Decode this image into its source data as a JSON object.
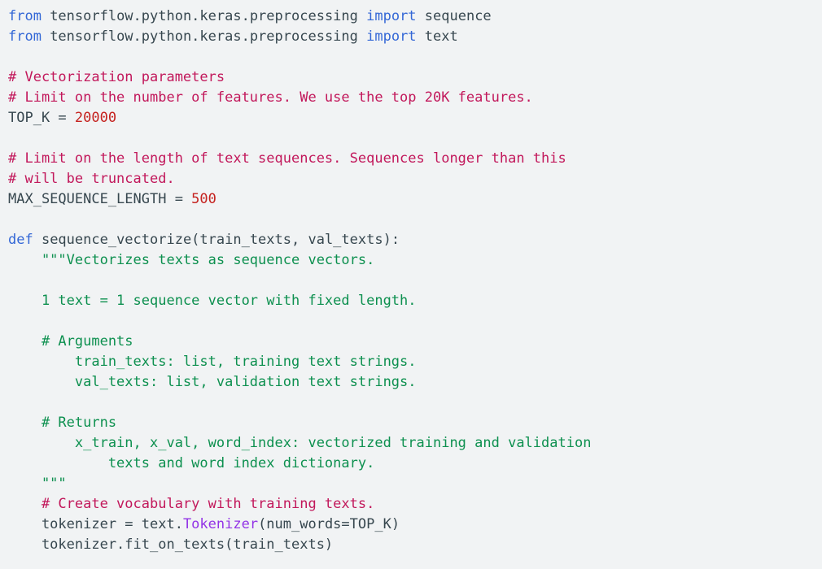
{
  "code": {
    "lines": [
      [
        {
          "t": "from",
          "k": "kw"
        },
        {
          "t": " tensorflow.python.keras.preprocessing ",
          "k": "pl"
        },
        {
          "t": "import",
          "k": "kw"
        },
        {
          "t": " sequence",
          "k": "pl"
        }
      ],
      [
        {
          "t": "from",
          "k": "kw"
        },
        {
          "t": " tensorflow.python.keras.preprocessing ",
          "k": "pl"
        },
        {
          "t": "import",
          "k": "kw"
        },
        {
          "t": " text",
          "k": "pl"
        }
      ],
      [],
      [
        {
          "t": "# Vectorization parameters",
          "k": "com"
        }
      ],
      [
        {
          "t": "# Limit on the number of features. We use the top 20K features.",
          "k": "com"
        }
      ],
      [
        {
          "t": "TOP_K = ",
          "k": "pl"
        },
        {
          "t": "20000",
          "k": "num"
        }
      ],
      [],
      [
        {
          "t": "# Limit on the length of text sequences. Sequences longer than this",
          "k": "com"
        }
      ],
      [
        {
          "t": "# will be truncated.",
          "k": "com"
        }
      ],
      [
        {
          "t": "MAX_SEQUENCE_LENGTH = ",
          "k": "pl"
        },
        {
          "t": "500",
          "k": "num"
        }
      ],
      [],
      [
        {
          "t": "def",
          "k": "kw"
        },
        {
          "t": " sequence_vectorize(train_texts, val_texts):",
          "k": "pl"
        }
      ],
      [
        {
          "t": "    \"\"\"Vectorizes texts as sequence vectors.",
          "k": "str"
        }
      ],
      [],
      [
        {
          "t": "    1 text = 1 sequence vector with fixed length.",
          "k": "str"
        }
      ],
      [],
      [
        {
          "t": "    # Arguments",
          "k": "str"
        }
      ],
      [
        {
          "t": "        train_texts: list, training text strings.",
          "k": "str"
        }
      ],
      [
        {
          "t": "        val_texts: list, validation text strings.",
          "k": "str"
        }
      ],
      [],
      [
        {
          "t": "    # Returns",
          "k": "str"
        }
      ],
      [
        {
          "t": "        x_train, x_val, word_index: vectorized training and validation",
          "k": "str"
        }
      ],
      [
        {
          "t": "            texts and word index dictionary.",
          "k": "str"
        }
      ],
      [
        {
          "t": "    \"\"\"",
          "k": "str"
        }
      ],
      [
        {
          "t": "    # Create vocabulary with training texts.",
          "k": "com"
        }
      ],
      [
        {
          "t": "    tokenizer = text.",
          "k": "pl"
        },
        {
          "t": "Tokenizer",
          "k": "ty"
        },
        {
          "t": "(num_words=TOP_K)",
          "k": "pl"
        }
      ],
      [
        {
          "t": "    tokenizer.fit_on_texts(train_texts)",
          "k": "pl"
        }
      ]
    ]
  },
  "colors": {
    "background": "#f1f3f4",
    "keyword": "#3367d6",
    "comment": "#c2185b",
    "docstring": "#0d904f",
    "number": "#c5221f",
    "type": "#9334e6",
    "plain": "#37474f"
  }
}
